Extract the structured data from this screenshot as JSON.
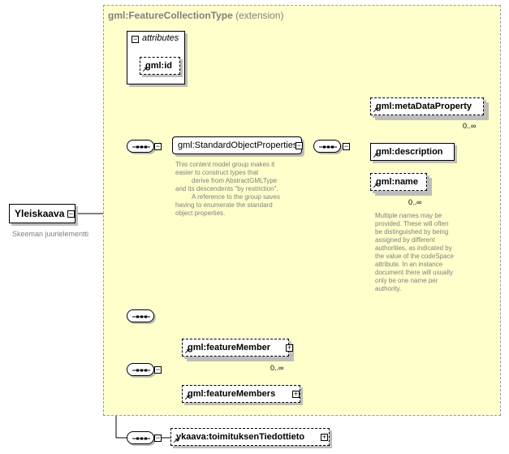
{
  "root": {
    "label": "Yleiskaava",
    "subtitle": "Skeeman juurielementti",
    "expander_symbol": "−"
  },
  "extension": {
    "type_name": "gml:FeatureCollectionType",
    "qualifier": "(extension)"
  },
  "attributes_box": {
    "label": "attributes",
    "expander_symbol": "−",
    "items": [
      {
        "label": "gml:id"
      }
    ]
  },
  "group": {
    "label": "gml:StandardObjectProperties",
    "expander_symbol": "−",
    "description": [
      "This content model group makes it",
      "easier to construct types that",
      "      derive from AbstractGMLType",
      "and its descendents \"by restriction\".",
      "      A reference to the group saves",
      "having to enumerate the standard",
      "object properties."
    ],
    "children": [
      {
        "label": "gml:metaDataProperty",
        "cardinality": "0..∞"
      },
      {
        "label": "gml:description",
        "cardinality": ""
      },
      {
        "label": "gml:name",
        "cardinality": "0..∞",
        "description": [
          "Multiple names may be",
          "provided.  These will often",
          "be distinguished by being",
          "assigned by different",
          "authorities, as indicated by",
          "the value of the codeSpace",
          "attribute.  In an instance",
          "document there will usually",
          "only be one name per",
          "authority."
        ]
      }
    ]
  },
  "choice_members": {
    "expander_symbol": "−",
    "children": [
      {
        "label": "gml:featureMember",
        "cardinality": "0..∞",
        "expander_symbol": "+"
      },
      {
        "label": "gml:featureMembers",
        "cardinality": "",
        "expander_symbol": "+"
      }
    ]
  },
  "bottom_element": {
    "label": "ykaava:toimituksenTiedottieto",
    "expander_symbol": "+"
  },
  "colors": {
    "extension_fill": "#ffffcc",
    "extension_border": "#9a9a9a",
    "note_text": "#808080",
    "shadow": "#bdbdbd"
  }
}
